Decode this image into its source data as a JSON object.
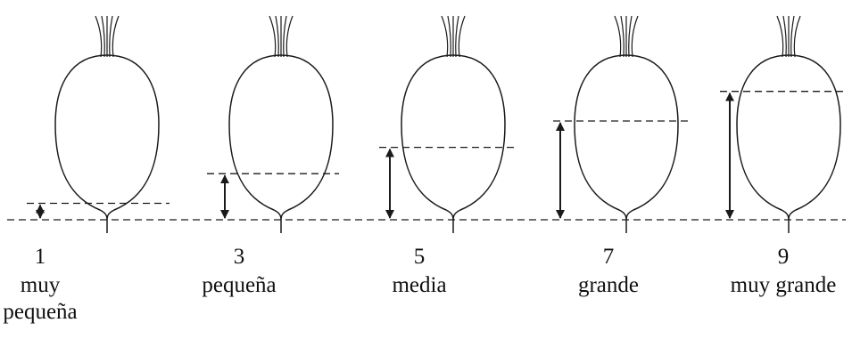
{
  "colors": {
    "stroke": "#1a1a1a",
    "text": "#111111",
    "background": "#ffffff"
  },
  "items": [
    {
      "code": "1",
      "description": "muy pequeña",
      "relative_level": 0.1
    },
    {
      "code": "3",
      "description": "pequeña",
      "relative_level": 0.28
    },
    {
      "code": "5",
      "description": "media",
      "relative_level": 0.44
    },
    {
      "code": "7",
      "description": "grande",
      "relative_level": 0.6
    },
    {
      "code": "9",
      "description": "muy grande",
      "relative_level": 0.78
    }
  ]
}
